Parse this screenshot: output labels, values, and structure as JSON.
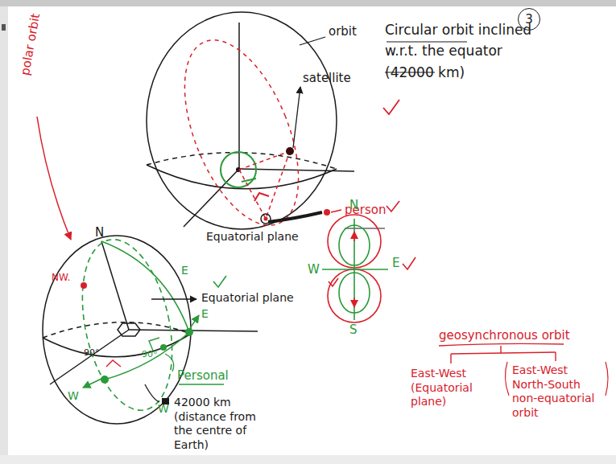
{
  "diagram": {
    "nodes": [
      {
        "text": [
          "3"
        ]
      }
    ],
    "labels": [
      "orbit",
      "satellite",
      "Circular orbit inclined w.r.t. the equator (42000 km)",
      "person",
      "Equatorial plane",
      "N",
      "S",
      "W",
      "E",
      "geosynchronous orbit",
      "East-West (Equatorial plane)",
      "East-West North-South non-equatorial orbit",
      "polar orbit",
      "N",
      "NW.",
      "Equatorial plane",
      "E",
      "E",
      "W",
      "W",
      "90°",
      "90°",
      "Personal",
      "42000 km (distance from the centre of Earth)"
    ]
  }
}
